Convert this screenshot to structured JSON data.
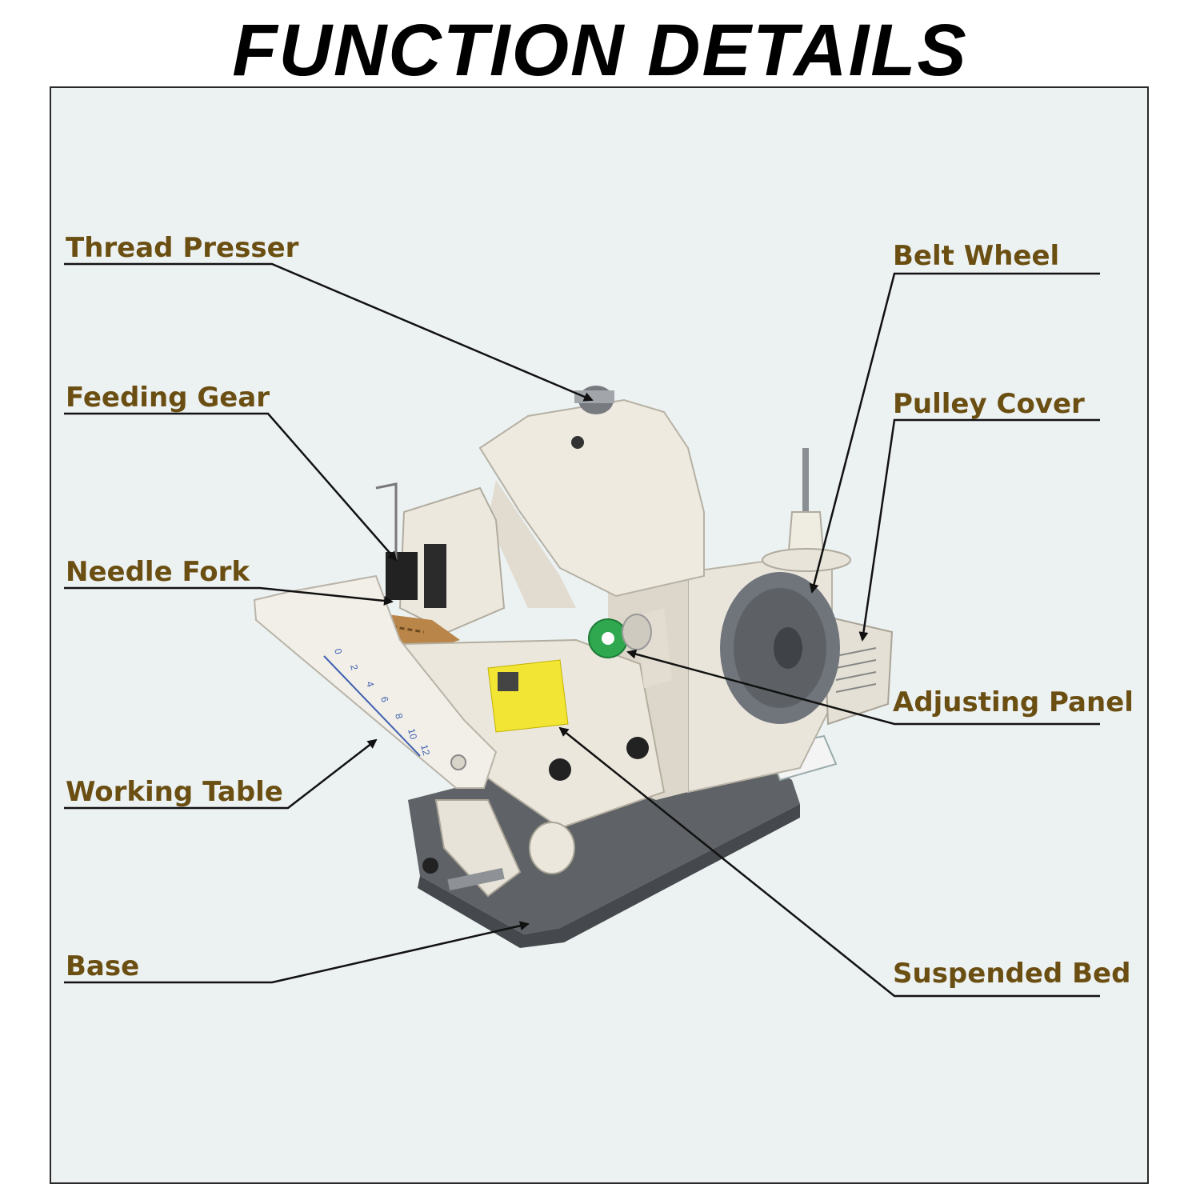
{
  "title": "FUNCTION DETAILS",
  "colors": {
    "label": "#6b4f12",
    "panel_bg": "#ecf1f2",
    "machine_body": "#eeeae0",
    "base": "#5f6266",
    "pulley": "#70757b",
    "dial": "#2fa84f",
    "warning_label": "#f2e534"
  },
  "labels": {
    "thread_presser": "Thread Presser",
    "feeding_gear": "Feeding Gear",
    "needle_fork": "Needle Fork",
    "working_table": "Working Table",
    "base": "Base",
    "belt_wheel": "Belt Wheel",
    "pulley_cover": "Pulley Cover",
    "adjusting_panel": "Adjusting Panel",
    "suspended_bed": "Suspended Bed"
  },
  "scale_ticks": [
    "0",
    "2",
    "4",
    "6",
    "8",
    "10",
    "12"
  ]
}
